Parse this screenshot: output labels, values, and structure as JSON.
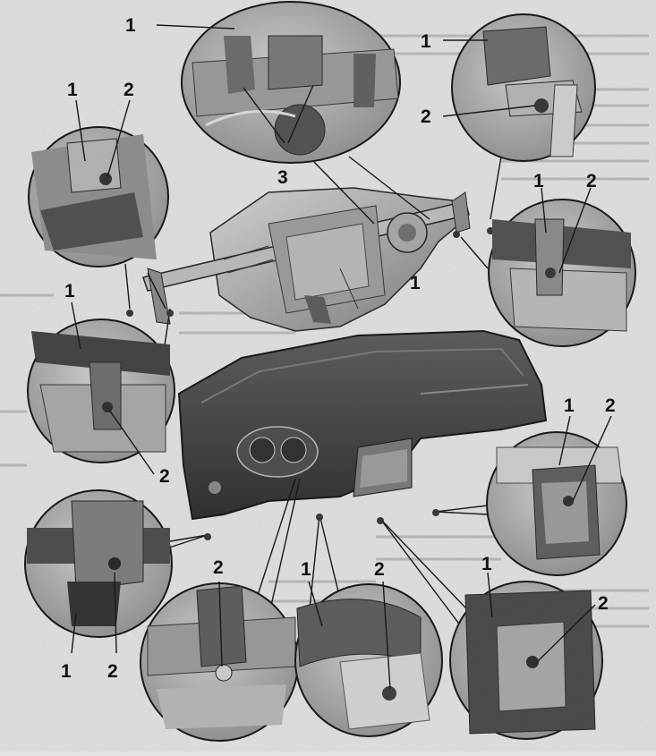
{
  "figure": {
    "background": "#e3e3e3",
    "ink": "#111111",
    "callouts": [
      {
        "id": "top-center-1",
        "text": "1"
      },
      {
        "id": "top-center-3",
        "text": "3"
      },
      {
        "id": "top-right-1",
        "text": "1"
      },
      {
        "id": "top-right-2",
        "text": "2"
      },
      {
        "id": "top-left-1",
        "text": "1"
      },
      {
        "id": "top-left-2",
        "text": "2"
      },
      {
        "id": "mid-right-1",
        "text": "1"
      },
      {
        "id": "mid-right-2",
        "text": "2"
      },
      {
        "id": "mid-left-1",
        "text": "1"
      },
      {
        "id": "mid-left-2",
        "text": "2"
      },
      {
        "id": "dashboard-1",
        "text": "1"
      },
      {
        "id": "right-lower-1",
        "text": "1"
      },
      {
        "id": "right-lower-2",
        "text": "2"
      },
      {
        "id": "left-lower-1",
        "text": "1"
      },
      {
        "id": "left-lower-2",
        "text": "2"
      },
      {
        "id": "bottom-a-2",
        "text": "2"
      },
      {
        "id": "bottom-b-1",
        "text": "1"
      },
      {
        "id": "bottom-b-2",
        "text": "2"
      },
      {
        "id": "bottom-c-1",
        "text": "1"
      },
      {
        "id": "bottom-c-2",
        "text": "2"
      }
    ]
  }
}
